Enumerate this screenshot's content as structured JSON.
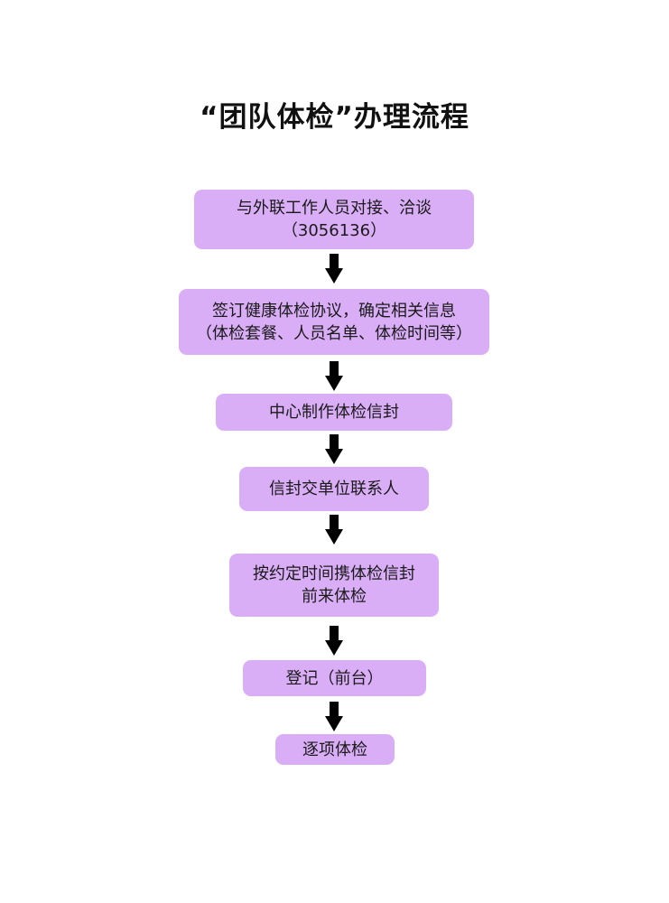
{
  "title": "“团队体检”办理流程",
  "colors": {
    "node_fill": "#D9AEF6",
    "arrow": "#000000",
    "text": "#1a1a1a"
  },
  "steps": [
    {
      "lines": [
        "与外联工作人员对接、洽谈",
        "（3056136）"
      ]
    },
    {
      "lines": [
        "签订健康体检协议，确定相关信息",
        "（体检套餐、人员名单、体检时间等）"
      ]
    },
    {
      "lines": [
        "中心制作体检信封"
      ]
    },
    {
      "lines": [
        "信封交单位联系人"
      ]
    },
    {
      "lines": [
        "按约定时间携体检信封",
        "前来体检"
      ]
    },
    {
      "lines": [
        "登记（前台）"
      ]
    },
    {
      "lines": [
        "逐项体检"
      ]
    }
  ],
  "arrows": [
    {
      "icon": "arrow-down-icon"
    },
    {
      "icon": "arrow-down-icon"
    },
    {
      "icon": "arrow-down-icon"
    },
    {
      "icon": "arrow-down-icon"
    },
    {
      "icon": "arrow-down-icon"
    },
    {
      "icon": "arrow-down-icon"
    }
  ]
}
